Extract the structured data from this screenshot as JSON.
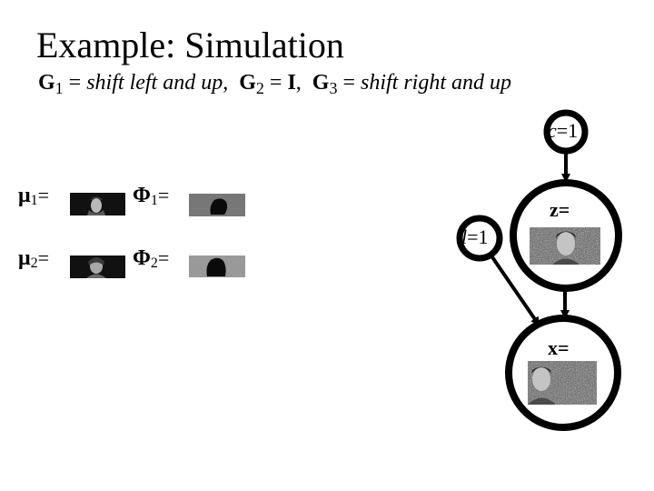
{
  "slide": {
    "title": "Example: Simulation",
    "subtitle": {
      "g1_sym": "G",
      "g1_sub": "1",
      "g1_eq": " = ",
      "g1_desc": "shift left and up,",
      "g2_sym": "G",
      "g2_sub": "2",
      "g2_eq": " = ",
      "g2_val": "I",
      "sep": ",",
      "g3_sym": "G",
      "g3_sub": "3",
      "g3_eq": " = ",
      "g3_desc": "shift right and up"
    }
  },
  "params": {
    "mu1": {
      "sym": "μ",
      "sub": "1",
      "eq": "="
    },
    "mu2": {
      "sym": "μ",
      "sub": "2",
      "eq": "="
    },
    "phi1": {
      "sym": "Φ",
      "sub": "1",
      "eq": "="
    },
    "phi2": {
      "sym": "Φ",
      "sub": "2",
      "eq": "="
    }
  },
  "nodes": {
    "c": {
      "name": "c",
      "eq": "=1"
    },
    "l": {
      "name": "l",
      "eq": "=1"
    },
    "z": {
      "label": "z="
    },
    "x": {
      "label": "x="
    }
  },
  "colors": {
    "dark_thumb": "#111111",
    "phi1_bg": "#777777",
    "phi2_bg": "#999999",
    "shape": "#0a0a0a",
    "noise_bg": "#555555"
  }
}
